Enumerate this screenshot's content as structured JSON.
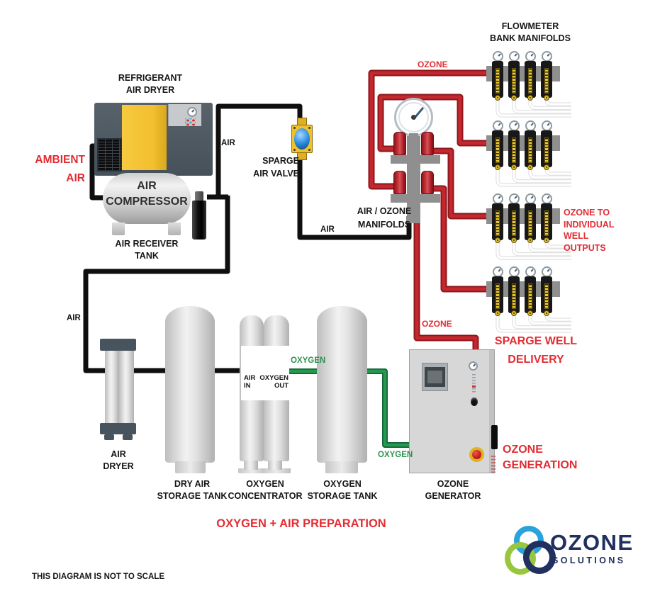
{
  "labels": {
    "refrigerant_air_dryer": "REFRIGERANT\nAIR DRYER",
    "ambient_air": "AMBIENT\nAIR",
    "air_compressor": "AIR\nCOMPRESSOR",
    "air_receiver_tank": "AIR RECEIVER\nTANK",
    "sparge_air_valve": "SPARGE\nAIR VALVE",
    "flowmeter_bank_manifolds": "FLOWMETER\nBANK MANIFOLDS",
    "air_ozone_manifolds": "AIR / OZONE\nMANIFOLDS",
    "ozone_to_wells": "OZONE TO\nINDIVIDUAL\nWELL OUTPUTS",
    "sparge_well_delivery": "SPARGE WELL\nDELIVERY",
    "ozone_generation": "OZONE\nGENERATION",
    "ozone_generator": "OZONE\nGENERATOR",
    "oxygen_storage_tank": "OXYGEN\nSTORAGE TANK",
    "oxygen_concentrator": "OXYGEN\nCONCENTRATOR",
    "dry_air_storage_tank": "DRY AIR\nSTORAGE TANK",
    "air_dryer": "AIR\nDRYER",
    "air_in": "AIR\nIN",
    "oxygen_out": "OXYGEN\nOUT",
    "oxygen_air_preparation": "OXYGEN + AIR PREPARATION",
    "scale_note": "THIS DIAGRAM IS NOT TO SCALE"
  },
  "pipe_labels": {
    "air_top": "AIR",
    "air_mid": "AIR",
    "air_left": "AIR",
    "ozone_top": "OZONE",
    "ozone_bottom": "OZONE",
    "oxygen_left": "OXYGEN",
    "oxygen_right": "OXYGEN"
  },
  "logo": {
    "brand": "OZONE",
    "subtitle": "SOLUTIONS"
  },
  "flowmeter_banks": {
    "count": 4,
    "meters_per_bank": 4
  },
  "colors": {
    "pipe_air": "#0f0f0f",
    "pipe_ozone": "#c4282f",
    "pipe_ozone_edge": "#8e161c",
    "pipe_oxygen": "#27984f",
    "pipe_oxygen_edge": "#14663a",
    "label_red": "#e22d33",
    "label_green": "#2f9150",
    "metal_gray": "#8f8f8f",
    "compressor_slate": "#4d5761",
    "compressor_yellow": "#f2c32e",
    "valve_yellow": "#f0c12c",
    "logo_navy": "#20305f",
    "logo_blue": "#2aa3dc",
    "logo_green": "#98c63d"
  }
}
